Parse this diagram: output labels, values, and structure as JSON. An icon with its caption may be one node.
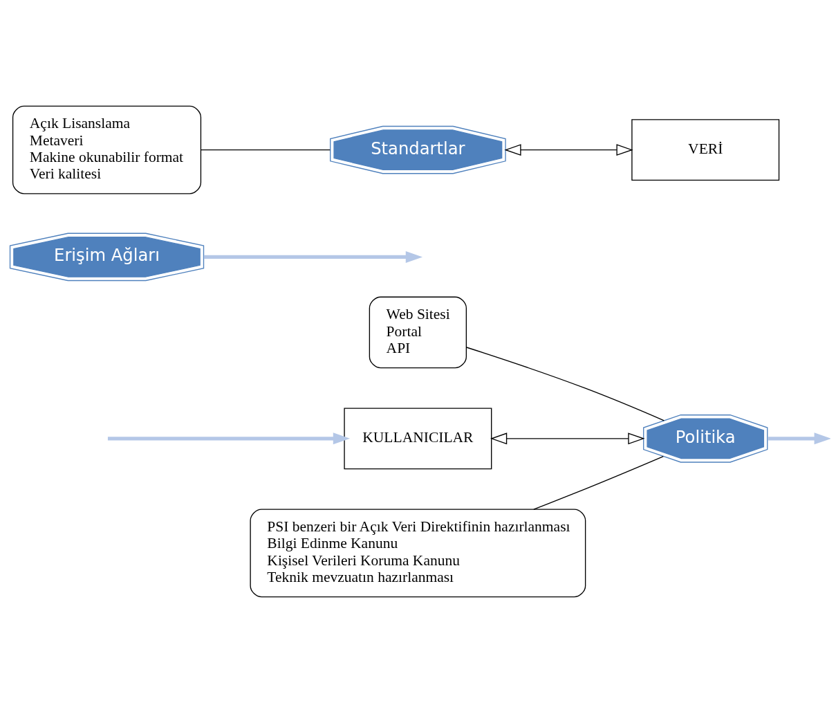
{
  "diagram": {
    "nodes": [
      {
        "text": [
          "Web Sitesi",
          "Portal",
          "API"
        ]
      },
      {
        "text": [
          "Erişim Ağları"
        ]
      },
      {
        "text": [
          "Politika"
        ]
      },
      {
        "text": [
          "KULLANICILAR"
        ]
      },
      {
        "text": [
          "Standartlar"
        ]
      },
      {
        "text": [
          "VERİ"
        ]
      },
      {
        "text": [
          "PSI benzeri bir Açık Veri Direktifinin hazırlanması",
          "Bilgi Edinme Kanunu",
          "Kişisel Verileri Koruma Kanunu",
          "Teknik mevzuatın hazırlanması"
        ]
      },
      {
        "text": [
          "Açık Lisanslama",
          "Metaveri",
          "Makine okunabilir format",
          "Veri kalitesi"
        ]
      }
    ],
    "edges": [
      {
        "from": 0,
        "to": 2,
        "arrow": "none"
      },
      {
        "from": 2,
        "to": null,
        "arrow": "to",
        "style": "thick",
        "color": "#b4c7e7"
      },
      {
        "from": null,
        "to": 3,
        "arrow": "to",
        "style": "thick",
        "color": "#b4c7e7"
      },
      {
        "from": 3,
        "to": 2,
        "arrow": "both"
      },
      {
        "from": 1,
        "to": null,
        "arrow": "to",
        "style": "thick",
        "color": "#b4c7e7"
      },
      {
        "from": 4,
        "to": 5,
        "arrow": "both"
      },
      {
        "from": 6,
        "to": 2,
        "arrow": "none"
      },
      {
        "from": 7,
        "to": 4,
        "arrow": "none"
      }
    ]
  }
}
